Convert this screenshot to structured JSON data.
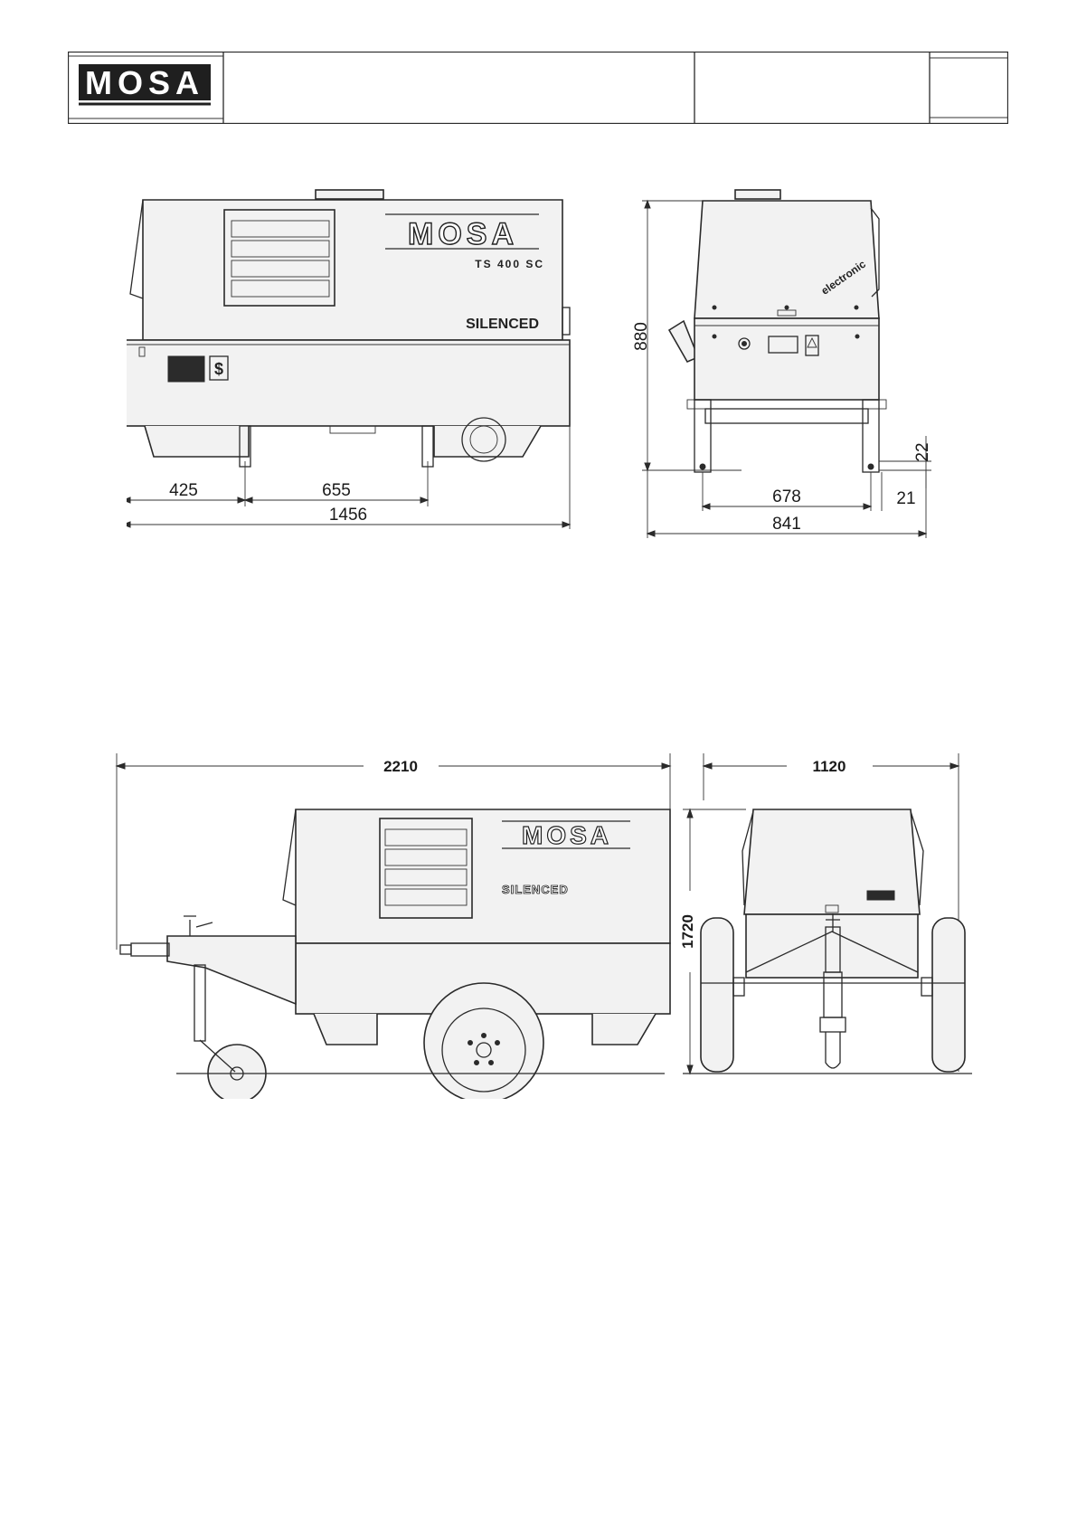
{
  "header": {
    "logo_text": "MOSA",
    "title": "",
    "code": "",
    "page": ""
  },
  "upper_drawing": {
    "side_view": {
      "brand": "MOSA",
      "model": "TS 400 SC",
      "label": "SILENCED",
      "dims": {
        "front_offset": "425",
        "wheelbase": "655",
        "length": "1456"
      }
    },
    "front_view": {
      "label": "electronic",
      "dims": {
        "height": "880",
        "track": "678",
        "width": "841",
        "foot_height": "22",
        "foot_width": "21"
      }
    }
  },
  "lower_drawing": {
    "side_view": {
      "brand": "MOSA",
      "label": "SILENCED",
      "dims": {
        "length": "2210"
      }
    },
    "front_view": {
      "dims": {
        "width": "1120",
        "height": "1720"
      }
    }
  },
  "colors": {
    "line": "#2a2a2a",
    "fill": "#f2f2f2",
    "dark": "#2b2b2b"
  }
}
